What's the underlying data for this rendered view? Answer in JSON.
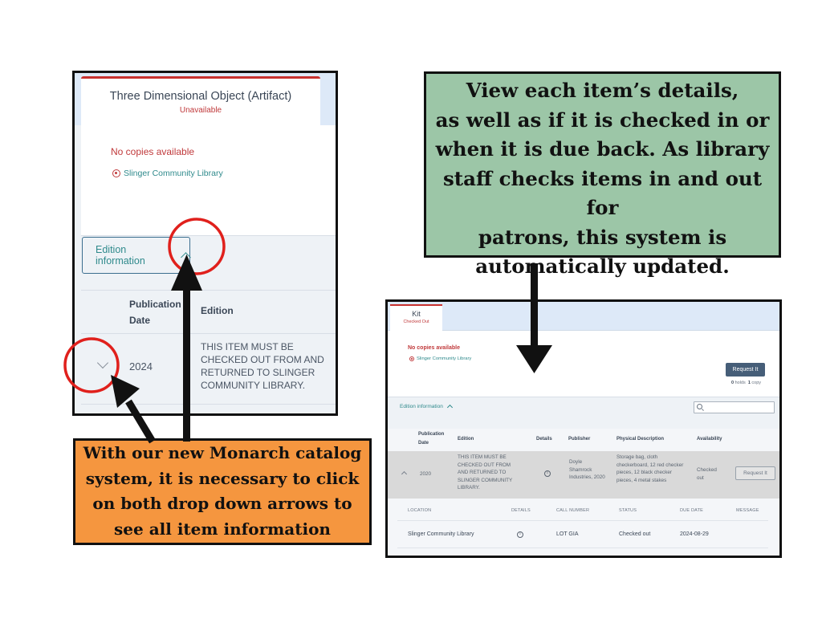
{
  "left_screenshot": {
    "tab_title": "Three Dimensional Object (Artifact)",
    "tab_status": "Unavailable",
    "no_copies": "No copies available",
    "location": "Slinger Community Library",
    "edition_toggle": "Edition information",
    "columns": {
      "pub_date": "Publication Date",
      "edition": "Edition"
    },
    "row": {
      "year": "2024",
      "edition": "THIS ITEM MUST BE CHECKED OUT FROM AND RETURNED TO SLINGER COMMUNITY LIBRARY."
    }
  },
  "green_callout": {
    "lines": [
      "View each item’s details,",
      "as well as if it is checked in or",
      "when it is due back. As library",
      "staff checks items in and out for",
      "patrons, this system is",
      "automatically updated."
    ],
    "color": "#9cc6a7"
  },
  "orange_callout": {
    "lines": [
      "With our new Monarch catalog",
      "system, it is necessary to click",
      "on both drop down arrows to",
      "see all item information"
    ],
    "color": "#f5963f"
  },
  "right_screenshot": {
    "tab_title": "Kit",
    "tab_status": "Checked Out",
    "no_copies": "No copies available",
    "location": "Slinger Community Library",
    "request_button": "Request It",
    "holds_count": "0",
    "holds_label": "holds",
    "copies_count": "1",
    "copies_label": "copy",
    "edition_toggle": "Edition information",
    "search_placeholder": "",
    "columns": {
      "pub_date": "Publication Date",
      "edition": "Edition",
      "details": "Details",
      "publisher": "Publisher",
      "physical": "Physical Description",
      "availability": "Availability"
    },
    "row": {
      "year": "2020",
      "edition": "THIS ITEM MUST BE CHECKED OUT FROM AND RETURNED TO SLINGER COMMUNITY LIBRARY.",
      "publisher": "Doyle Shamrock Industries, 2020",
      "physical": "Storage bag, cloth checkerboard, 12 red checker pieces, 12 black checker pieces, 4 metal stakes",
      "availability": "Checked out",
      "request_button": "Request It"
    },
    "copy_columns": {
      "location": "LOCATION",
      "details": "DETAILS",
      "call_number": "CALL NUMBER",
      "status": "STATUS",
      "due_date": "DUE DATE",
      "message": "MESSAGE"
    },
    "copy_row": {
      "location": "Slinger Community Library",
      "call_number": "LOT GIA",
      "status": "Checked out",
      "due_date": "2024-08-29",
      "message": ""
    }
  },
  "accent": {
    "highlight_circle": "#e0201c",
    "brand_red": "#c8312f",
    "teal_link": "#2f8a8c",
    "button_blue": "#465e78"
  }
}
